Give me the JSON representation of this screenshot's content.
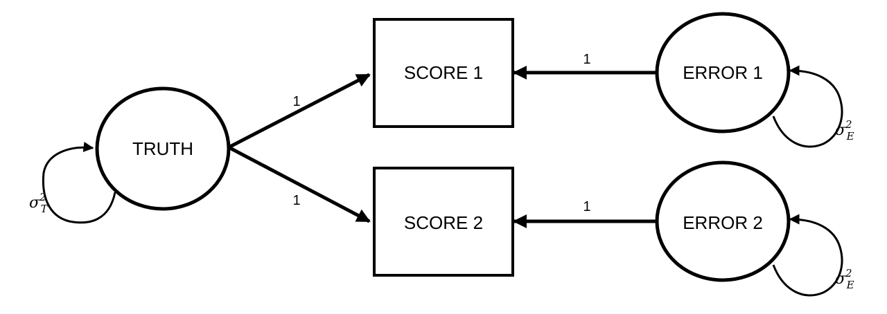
{
  "nodes": {
    "truth": "TRUTH",
    "score1": "SCORE 1",
    "score2": "SCORE 2",
    "error1": "ERROR 1",
    "error2": "ERROR 2"
  },
  "paths": {
    "truth_to_score1": "1",
    "truth_to_score2": "1",
    "error1_to_score1": "1",
    "error2_to_score2": "1"
  },
  "variances": {
    "truth": {
      "symbol": "σ",
      "sub": "T",
      "sup": "2"
    },
    "error1": {
      "symbol": "σ",
      "sub": "E",
      "sup": "2"
    },
    "error2": {
      "symbol": "σ",
      "sub": "E",
      "sup": "2"
    }
  },
  "colors": {
    "stroke": "#000000",
    "background": "#ffffff"
  }
}
